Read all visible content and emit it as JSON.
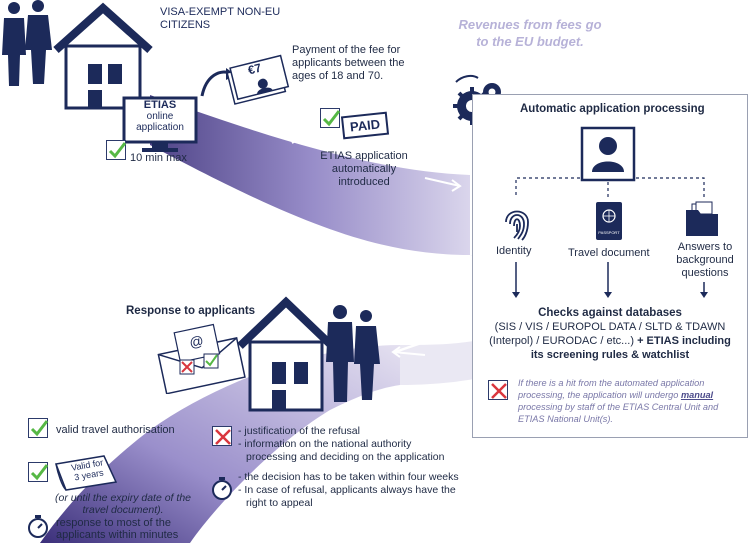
{
  "top_label": [
    "VISA-EXEMPT NON-EU",
    "CITIZENS"
  ],
  "revenues": [
    "Revenues from fees go",
    "to the EU budget."
  ],
  "fee": {
    "amount": "€7",
    "text": [
      "Payment of the fee for",
      "applicants between the",
      "ages of 18 and 70."
    ]
  },
  "etias_screen": [
    "ETIAS",
    "online",
    "application"
  ],
  "time": "10 min max",
  "paid": "PAID",
  "auto_intro": [
    "ETIAS application",
    "automatically",
    "introduced"
  ],
  "panel": {
    "title": "Automatic application processing",
    "identity": "Identity",
    "travel_document": "Travel document",
    "passport_label": "PASSPORT",
    "answers": [
      "Answers to",
      "background",
      "questions"
    ],
    "checks_title": "Checks against databases",
    "checks_lines": [
      "(SIS / VIS / EUROPOL DATA / SLTD & TDAWN",
      "(Interpol) / EURODAC / etc...)"
    ],
    "checks_bold_suffix": "+ ETIAS including",
    "checks_last": "its screening rules & watchlist",
    "hit_note": [
      "If there is a hit from the automated application",
      "processing, the application will undergo",
      "manual",
      "processing by staff of the ETIAS Central Unit and",
      "ETIAS National Unit(s)."
    ]
  },
  "response_title": "Response to applicants",
  "valid_auth": "valid travel authorisation",
  "valid_for": [
    "Valid for",
    "3 years"
  ],
  "expiry_note": [
    "(or until the expiry date of the",
    "travel document)."
  ],
  "response_minutes": [
    "response to most of the",
    "applicants within minutes"
  ],
  "refusal": [
    "- justification of the refusal",
    "- information on the national authority",
    "processing and deciding on the application"
  ],
  "decision": [
    "- the decision has to be taken within four weeks",
    "- In case of refusal, applicants always have the",
    "right to appeal"
  ],
  "colors": {
    "navy": "#1c2a5a",
    "path": "#6b5ea8",
    "check": "#56b845",
    "cross": "#d9363e"
  }
}
